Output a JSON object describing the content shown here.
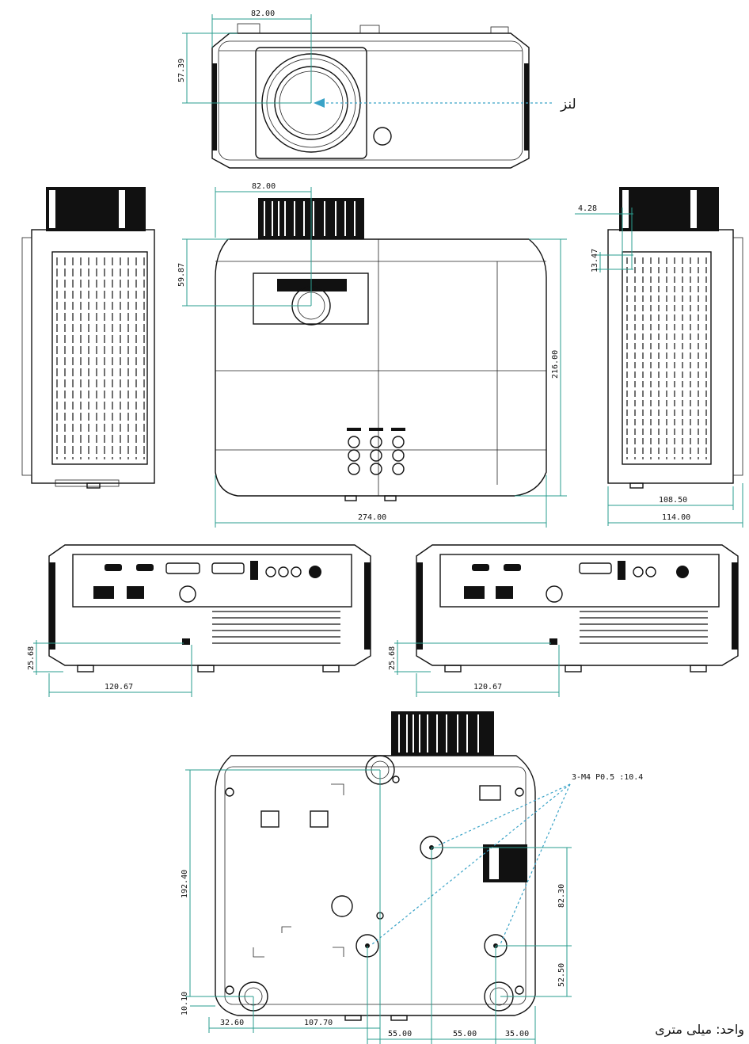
{
  "labels": {
    "lens": "لنز",
    "unit": "واحد: میلی متری",
    "screw_spec": "3-M4 P0.5 :10.4"
  },
  "dimensions": {
    "front_lens_width": "82.00",
    "front_lens_height": "57.39",
    "top_lens_offset": "82.00",
    "top_lens_depth": "59.87",
    "top_total_depth": "216.00",
    "top_total_width": "274.00",
    "side_a": "4.28",
    "side_b": "13.47",
    "side_inner_depth": "108.50",
    "side_total_depth": "114.00",
    "rear_left_height": "25.68",
    "rear_left_offset": "120.67",
    "rear_right_height": "25.68",
    "rear_right_offset": "120.67",
    "bottom_depth": "192.40",
    "bottom_foot_offset": "10.10",
    "bottom_left_x": "32.60",
    "bottom_mid_x": "107.70",
    "bottom_screw_v1": "82.30",
    "bottom_screw_v2": "52.50",
    "bottom_screw_h1": "55.00",
    "bottom_screw_h2": "55.00",
    "bottom_screw_h3": "35.00"
  }
}
